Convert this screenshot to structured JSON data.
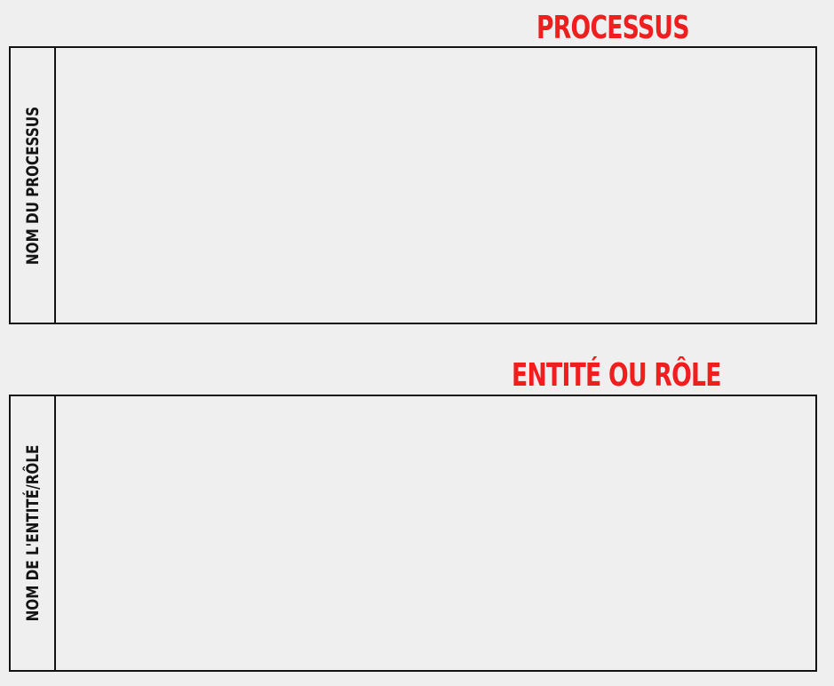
{
  "diagram": {
    "lanes": [
      {
        "heading": "PROCESSUS",
        "side_label": "NOM DU PROCESSUS"
      },
      {
        "heading": "ENTITÉ OU RÔLE",
        "side_label": "NOM DE L'ENTITÉ/RÔLE"
      }
    ],
    "colors": {
      "heading": "#f01e1e",
      "border": "#141414",
      "background": "#efefef"
    }
  }
}
